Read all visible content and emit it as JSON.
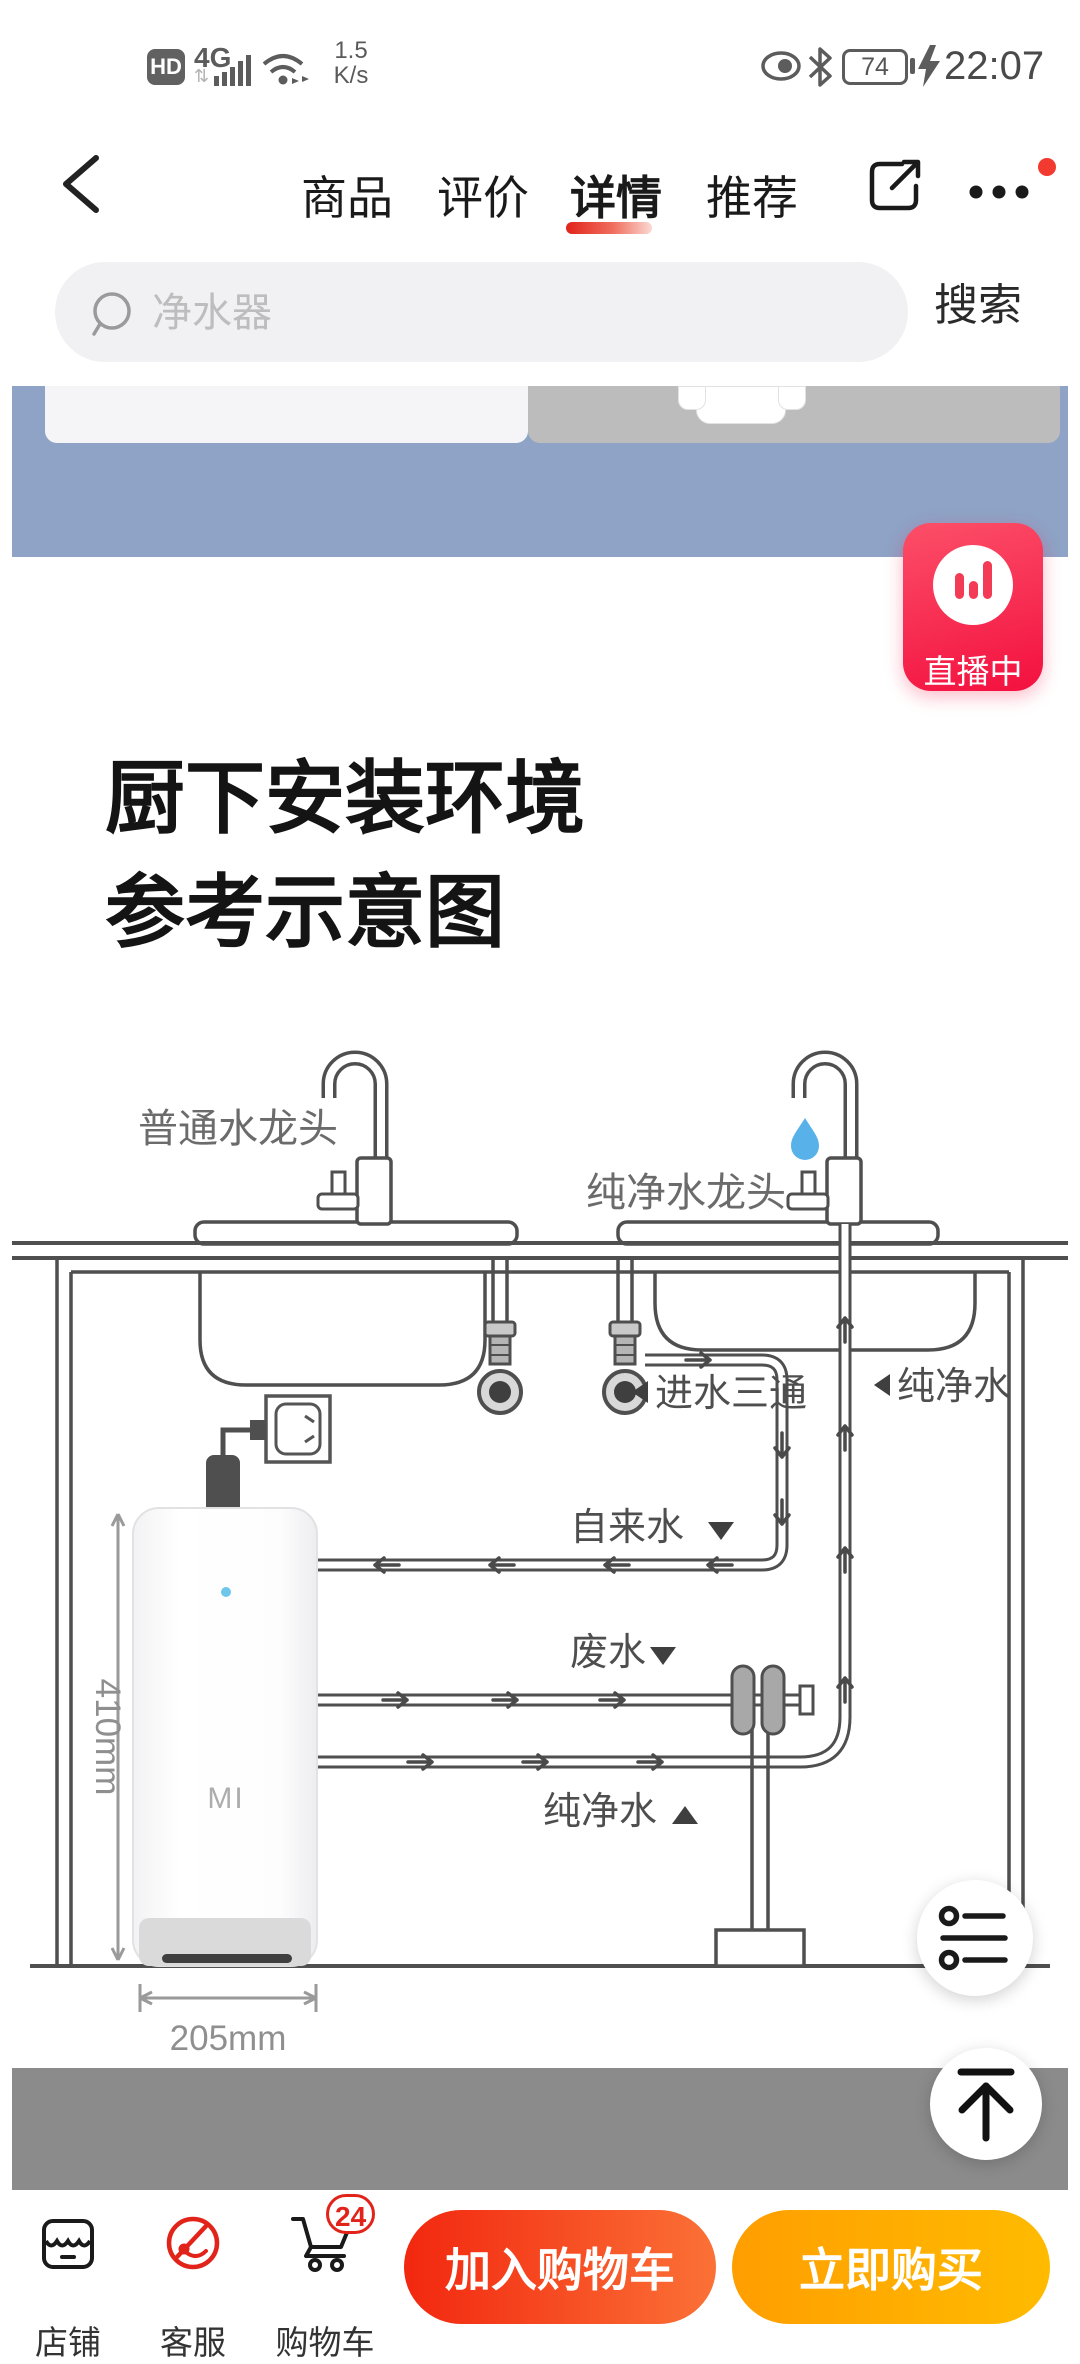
{
  "status_bar": {
    "hd": "HD",
    "network": "4G",
    "dual_sim": "⇅",
    "speed_value": "1.5",
    "speed_unit": "K/s",
    "battery_percent": "74",
    "time": "22:07"
  },
  "nav": {
    "tabs": [
      {
        "label": "商品"
      },
      {
        "label": "评价"
      },
      {
        "label": "详情"
      },
      {
        "label": "推荐"
      }
    ]
  },
  "search": {
    "placeholder": "净水器",
    "button_label": "搜索"
  },
  "live_badge": {
    "label": "直播中"
  },
  "content": {
    "title_line1": "厨下安装环境",
    "title_line2": "参考示意图"
  },
  "diagram": {
    "labels": {
      "normal_faucet": "普通水龙头",
      "pure_faucet": "纯净水龙头",
      "inlet_tee": "进水三通",
      "pure_water_side": "纯净水",
      "tap_water": "自来水",
      "waste_water": "废水",
      "pure_water_bottom": "纯净水",
      "height_dim": "410mm",
      "width_dim": "205mm",
      "brand": "MI"
    }
  },
  "bottom_bar": {
    "items": [
      {
        "label": "店铺"
      },
      {
        "label": "客服"
      },
      {
        "label": "购物车",
        "badge": "24"
      }
    ],
    "add_to_cart": "加入购物车",
    "buy_now": "立即购买"
  },
  "colors": {
    "accent_red": "#e2231a",
    "live_gradient_start": "#fc4f68",
    "live_gradient_end": "#f3103f",
    "band_blue": "#8ea3c6",
    "band_gray": "#8b8b8b",
    "buy_amber": "#ffaa00",
    "drop_blue": "#58b2e9"
  }
}
